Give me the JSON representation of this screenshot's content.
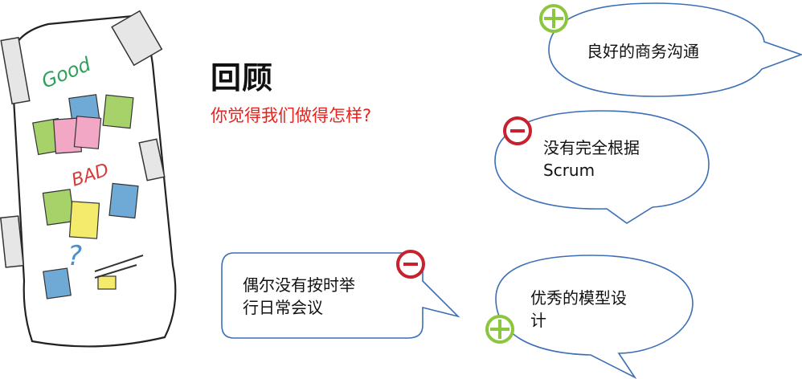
{
  "slide": {
    "title": "回顾",
    "subtitle": "你觉得我们做得怎样?"
  },
  "illustration": {
    "label_good": "Good",
    "label_bad": "BAD",
    "label_question": "?"
  },
  "feedback": [
    {
      "sign": "positive",
      "text": "良好的商务沟通"
    },
    {
      "sign": "negative",
      "text": "没有完全根据\nScrum"
    },
    {
      "sign": "negative",
      "text": "偶尔没有按时举\n行日常会议"
    },
    {
      "sign": "positive",
      "text": "优秀的模型设\n计"
    }
  ],
  "colors": {
    "positive": "#8cc63f",
    "negative": "#c8202e",
    "bubble_border": "#3b6fb6",
    "subtitle": "#e8231d"
  }
}
